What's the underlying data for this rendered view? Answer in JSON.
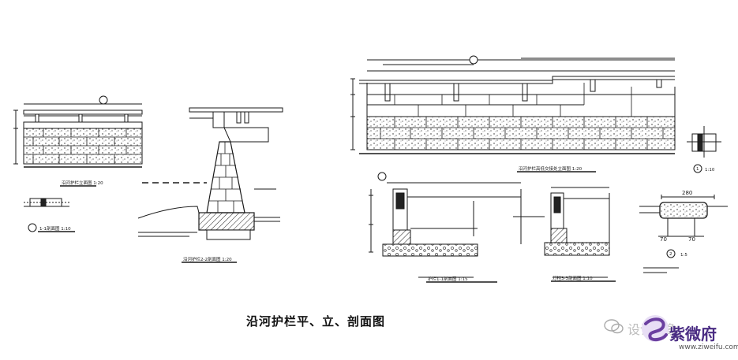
{
  "caption": "沿河护栏平、立、剖面图",
  "labels": {
    "elev_main": "沿河护栏立面图 1:20",
    "section_1_1_a": "1-1剖面图 1:10",
    "section_2_2": "沿河护栏2-2剖面图 1:20",
    "elev_right": "沿河护栏高低交接处立面图 1:20",
    "detail_1": "1:10",
    "section_1_1_b": "护栏1-1剖面图 1:15",
    "section_3_3": "灯柱3-3剖面图 1:10",
    "detail_2": "1:5",
    "circle_1": "1",
    "circle_2": "2",
    "dim_280": "280",
    "dim_70a": "70",
    "dim_70b": "70"
  },
  "watermark": {
    "text": "设计气象",
    "brand": "紫微府",
    "url": "www.ziweifu.com"
  },
  "colors": {
    "line": "#1a1a1a",
    "brand": "#4a2c83"
  }
}
